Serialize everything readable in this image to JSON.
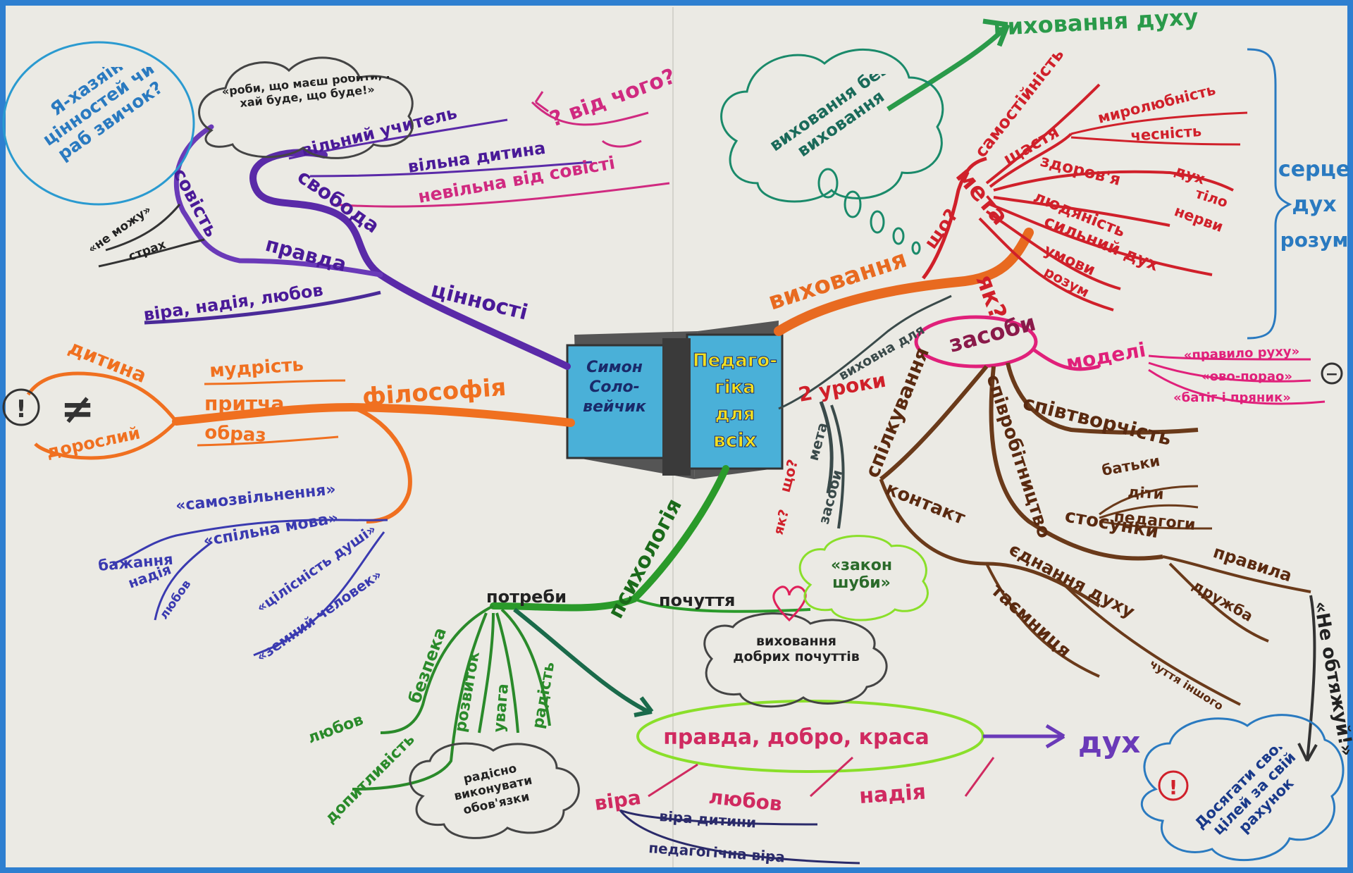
{
  "book": {
    "author_lines": [
      "Симон",
      "Соло-",
      "вейчик"
    ],
    "title_lines": [
      "Педаго-",
      "гіка",
      "для",
      "всіх"
    ]
  },
  "branches": {
    "values": {
      "label": "цінності",
      "color": "#5a2aa8",
      "items": {
        "freedom": "свобода",
        "truth": "правда",
        "conscience": "совість",
        "faith_hope_love": "віра, надія, любов",
        "free_teacher": "вільний учитель",
        "free_child": "вільна дитина",
        "free_from_conscience": "невільна від совісті",
        "from_what": "? від чого?",
        "quote_do": "«роби, що маєш робити, і хай буде, що буде!»",
        "cannot": "«не можу»",
        "fear": "страх",
        "master_or_slave": "Я-хазяїн цінностей чи раб звичок?"
      }
    },
    "philosophy": {
      "label": "філософія",
      "color": "#f07020",
      "items": {
        "wisdom": "мудрість",
        "parable": "притча",
        "image": "образ",
        "child": "дитина",
        "adult": "дорослий",
        "not_equal": "≠",
        "exclaim": "!",
        "self_liberation": "«самозвільнення»",
        "common_language": "«спільна мова»",
        "desire": "бажання",
        "hope": "надія",
        "love": "любов",
        "soul_wholeness": "«цілісність душі»",
        "earthly_person": "«земний человек»"
      }
    },
    "psychology": {
      "label": "психологія",
      "color": "#2a9a2a",
      "items": {
        "needs": "потреби",
        "feelings": "почуття",
        "safety": "безпека",
        "development": "розвиток",
        "attention": "увага",
        "joy": "радість",
        "love": "любов",
        "acceptance": "допитливість",
        "gladly_do": "радісно виконувати обов'язки",
        "truth_good_beauty": "правда, добро, краса",
        "spirit": "дух",
        "faith": "віра",
        "love2": "любов",
        "hope": "надія",
        "child_faith": "віра дитини",
        "ped_faith": "педагогічна віра",
        "good_feelings": "виховання добрих почуттів",
        "fur_law": "«закон шуби»"
      }
    },
    "upbringing": {
      "label": "виховання",
      "color": "#e86a20",
      "items": {
        "spirit_upbringing": "виховання духу",
        "without": "виховання без виховання",
        "what": "що?",
        "how": "як?",
        "goal": "мета",
        "independence": "самостійність",
        "happiness": "щастя",
        "peacefulness": "миролюбність",
        "honesty": "чесність",
        "health": "здоров'я",
        "soul": "дух",
        "body": "тіло",
        "nerves": "нерви",
        "humanity": "людяність",
        "strong_spirit": "сильний дух",
        "conditions": "умови",
        "reason": "розум",
        "heart": "серце",
        "spirit_b": "дух",
        "mind_b": "розум"
      }
    },
    "means": {
      "label": "засоби",
      "color": "#e0207a",
      "items": {
        "models": "моделі",
        "rule_movement": "«правило руху»",
        "pro_contra": "«ово-порао»",
        "carrot": "«батіг і пряник»",
        "minus": "−",
        "communication": "спілкування",
        "cooperation": "співробітництво",
        "cocreation": "співтворчість",
        "parents": "батьки",
        "children": "діти",
        "teachers": "педагоги",
        "relations": "стосунки",
        "contact": "контакт",
        "unity": "єднання духу",
        "secret": "таємниця",
        "other_feelings": "чуття іншого",
        "rules": "правила",
        "friendship": "дружба",
        "not_burden": "«Не обтяжуй!»",
        "achieve": "Досягати своїх цілей за свій рахунок",
        "exclaim": "!"
      }
    },
    "lessons": {
      "label": "2 уроки",
      "color": "#3a4a4a",
      "items": {
        "educ_for": "виховна для",
        "goal": "мета",
        "what": "що?",
        "means": "засоби",
        "how": "як?"
      }
    }
  },
  "colors": {
    "paper": "#ebeae4",
    "frame": "#2e7fd0",
    "book_cover": "#4ab0d8",
    "book_title_bg": "#2f78c6",
    "book_title_text": "#f2e020"
  }
}
